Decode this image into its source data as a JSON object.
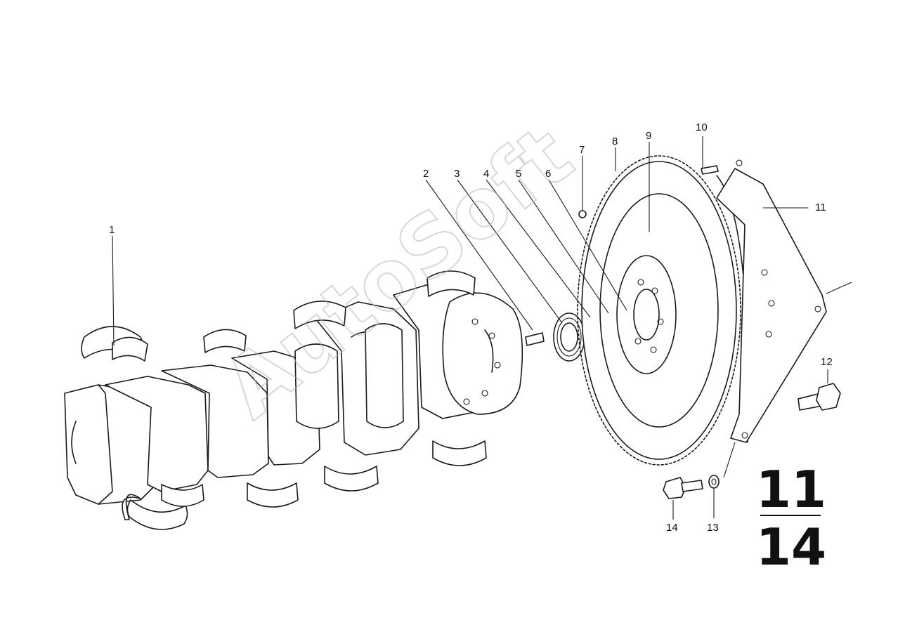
{
  "watermark": "AutoSoft",
  "group_number": {
    "top": "11",
    "bottom": "14"
  },
  "callouts": [
    {
      "id": "c1",
      "label": "1"
    },
    {
      "id": "c2",
      "label": "2"
    },
    {
      "id": "c3",
      "label": "3"
    },
    {
      "id": "c4",
      "label": "4"
    },
    {
      "id": "c5",
      "label": "5"
    },
    {
      "id": "c6",
      "label": "6"
    },
    {
      "id": "c7",
      "label": "7"
    },
    {
      "id": "c8",
      "label": "8"
    },
    {
      "id": "c9",
      "label": "9"
    },
    {
      "id": "c10",
      "label": "10"
    },
    {
      "id": "c11",
      "label": "11"
    },
    {
      "id": "c12",
      "label": "12"
    },
    {
      "id": "c13",
      "label": "13"
    },
    {
      "id": "c14",
      "label": "14"
    }
  ],
  "parts": [
    {
      "callout": "1",
      "name": "main-bearing-shell"
    },
    {
      "callout": "2",
      "name": "dowel-pin"
    },
    {
      "callout": "3",
      "name": "ball-bearing"
    },
    {
      "callout": "4",
      "name": "spacer-ring"
    },
    {
      "callout": "5",
      "name": "shaft-seal"
    },
    {
      "callout": "6",
      "name": "centering-bush"
    },
    {
      "callout": "7",
      "name": "ball"
    },
    {
      "callout": "8",
      "name": "ring-gear"
    },
    {
      "callout": "9",
      "name": "flywheel"
    },
    {
      "callout": "10",
      "name": "dowel"
    },
    {
      "callout": "11",
      "name": "drive-plate"
    },
    {
      "callout": "12",
      "name": "hex-bolt"
    },
    {
      "callout": "13",
      "name": "washer"
    },
    {
      "callout": "14",
      "name": "hex-bolt-lower"
    }
  ]
}
